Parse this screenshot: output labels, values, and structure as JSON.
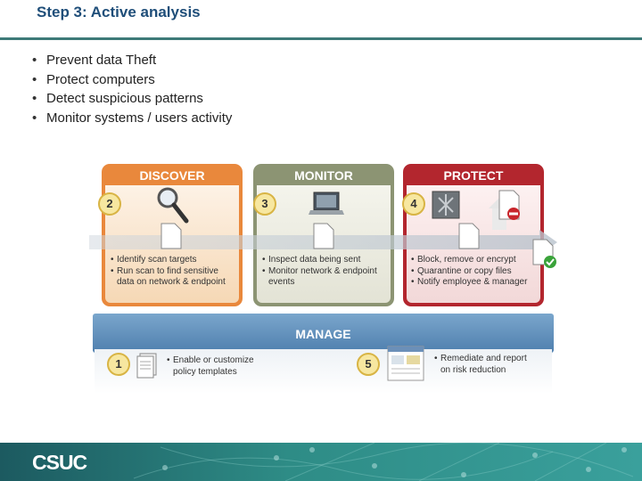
{
  "slide": {
    "title": "Step 3: Active analysis",
    "bullets": [
      "Prevent data Theft",
      "Protect computers",
      "Detect suspicious patterns",
      "Monitor systems / users activity"
    ]
  },
  "diagram": {
    "panels": [
      {
        "title": "DISCOVER",
        "number": "2",
        "lines": [
          "Identify scan targets",
          "Run scan to find sensitive data on network & endpoint"
        ]
      },
      {
        "title": "MONITOR",
        "number": "3",
        "lines": [
          "Inspect data being sent",
          "Monitor network & endpoint events"
        ]
      },
      {
        "title": "PROTECT",
        "number": "4",
        "lines": [
          "Block, remove or encrypt",
          "Quarantine or copy files",
          "Notify employee & manager"
        ]
      }
    ],
    "manage": {
      "title": "MANAGE",
      "steps": [
        {
          "number": "1",
          "text": "Enable or customize policy templates"
        },
        {
          "number": "5",
          "text": "Remediate and report on risk reduction"
        }
      ]
    }
  },
  "footer": {
    "logo": "CSUC"
  },
  "colors": {
    "title": "#1f4e79",
    "rule": "#3e7a78",
    "discover": "#e9883c",
    "monitor": "#8c9473",
    "protect": "#b3262e",
    "manage": "#4f7fae",
    "footer": "#2e8c86"
  }
}
